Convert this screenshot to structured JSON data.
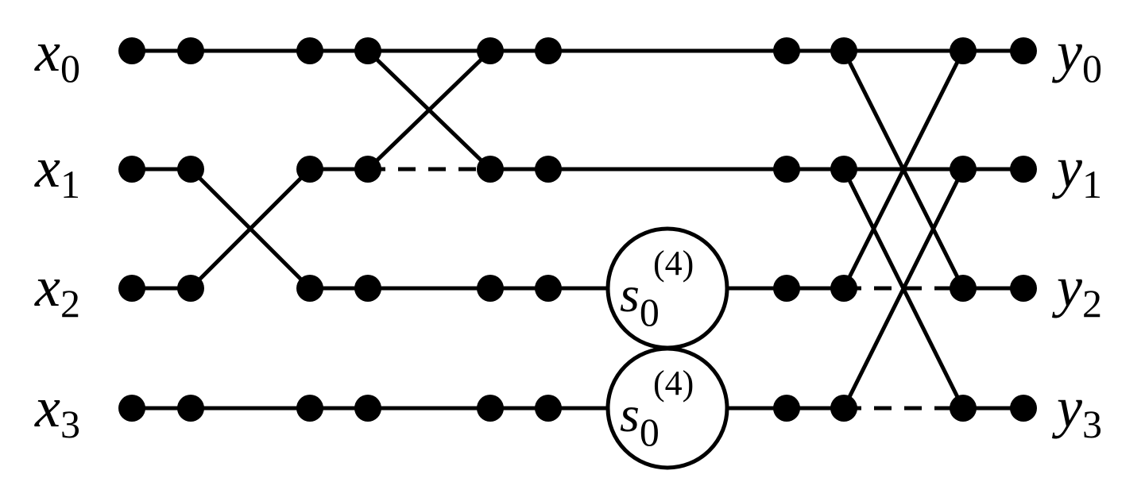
{
  "diagram": {
    "inputs": [
      {
        "symbol": "x",
        "index": "0"
      },
      {
        "symbol": "x",
        "index": "1"
      },
      {
        "symbol": "x",
        "index": "2"
      },
      {
        "symbol": "x",
        "index": "3"
      }
    ],
    "outputs": [
      {
        "symbol": "y",
        "index": "0"
      },
      {
        "symbol": "y",
        "index": "1"
      },
      {
        "symbol": "y",
        "index": "2"
      },
      {
        "symbol": "y",
        "index": "3"
      }
    ],
    "blocks": [
      {
        "symbol": "s",
        "subscript": "0",
        "superscript": "(4)"
      },
      {
        "symbol": "s",
        "subscript": "0",
        "superscript": "(4)"
      }
    ]
  }
}
